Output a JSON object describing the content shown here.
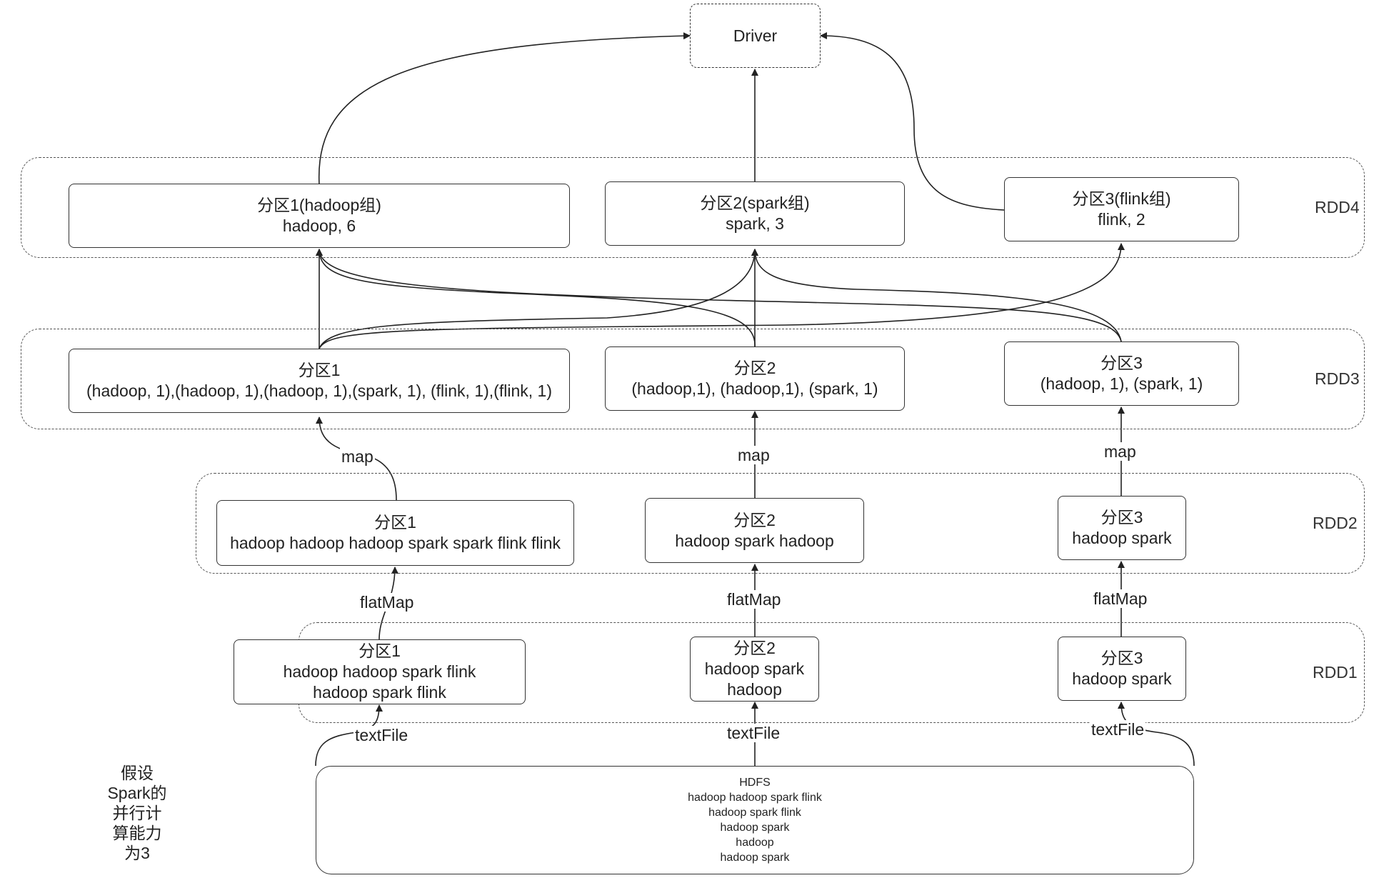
{
  "driver": "Driver",
  "rdd_labels": {
    "rdd1": "RDD1",
    "rdd2": "RDD2",
    "rdd3": "RDD3",
    "rdd4": "RDD4"
  },
  "rdd4": [
    {
      "title": "分区1(hadoop组)",
      "body": "hadoop, 6"
    },
    {
      "title": "分区2(spark组)",
      "body": "spark, 3"
    },
    {
      "title": "分区3(flink组)",
      "body": "flink, 2"
    }
  ],
  "rdd3": [
    {
      "title": "分区1",
      "body": "(hadoop, 1),(hadoop, 1),(hadoop, 1),(spark, 1), (flink, 1),(flink, 1)"
    },
    {
      "title": "分区2",
      "body": "(hadoop,1), (hadoop,1), (spark, 1)"
    },
    {
      "title": "分区3",
      "body": "(hadoop, 1), (spark, 1)"
    }
  ],
  "rdd2": [
    {
      "title": "分区1",
      "body": "hadoop hadoop hadoop spark spark flink flink"
    },
    {
      "title": "分区2",
      "body": "hadoop spark hadoop"
    },
    {
      "title": "分区3",
      "body": "hadoop spark"
    }
  ],
  "rdd1": [
    {
      "title": "分区1",
      "lines": [
        "hadoop hadoop spark flink",
        "hadoop spark flink"
      ]
    },
    {
      "title": "分区2",
      "lines": [
        "hadoop spark",
        "hadoop"
      ]
    },
    {
      "title": "分区3",
      "lines": [
        "hadoop spark"
      ]
    }
  ],
  "hdfs": {
    "title": "HDFS",
    "lines": [
      "hadoop hadoop spark flink",
      "hadoop spark flink",
      "hadoop spark",
      "hadoop",
      "hadoop spark"
    ]
  },
  "ops": {
    "map": "map",
    "flatmap": "flatMap",
    "textfile": "textFile"
  },
  "note": [
    "假设",
    "Spark的",
    "并行计",
    "算能力",
    "为3"
  ]
}
